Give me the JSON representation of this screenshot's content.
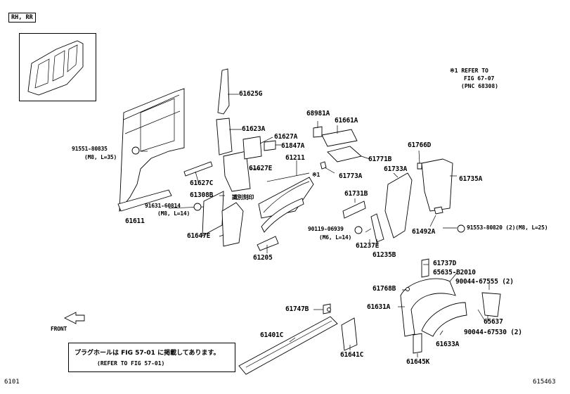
{
  "header_tag": "RH, RR",
  "note_ref": {
    "line1": "※1 REFER TO",
    "line2": "FIG 67-07",
    "line3": "(PNC 68308)"
  },
  "parts": {
    "p61625G": "61625G",
    "p61623A": "61623A",
    "p68981A": "68981A",
    "p61661A": "61661A",
    "p61627A": "61627A",
    "p61847A": "61847A",
    "p61766D": "61766D",
    "p61771B": "61771B",
    "p61211": "61211",
    "p61773A": "61773A",
    "p61733A": "61733A",
    "p61735A": "61735A",
    "p61627E": "61627E",
    "p61627C": "61627C",
    "p61308B": "61308B",
    "p61731B": "61731B",
    "p61611": "61611",
    "p61647E": "61647E",
    "p61492A": "61492A",
    "p61237E": "61237E",
    "p61235B": "61235B",
    "p61205": "61205",
    "p61737D": "61737D",
    "p65635": "65635-B2010",
    "p90044_67555": "90044-67555 (2)",
    "p61768B": "61768B",
    "p61631A": "61631A",
    "p61747B": "61747B",
    "p65637": "65637",
    "p90044_67530": "90044-67530 (2)",
    "p61633A": "61633A",
    "p61401C": "61401C",
    "p61641C": "61641C",
    "p61645K": "61645K"
  },
  "fasteners": {
    "f91551": "91551-80835",
    "f91551_spec": "(M8, L=35)",
    "f91631": "91631-60814",
    "f91631_spec": "(M8, L=14)",
    "f90119": "90119-06939",
    "f90119_spec": "(M6, L=14)",
    "f91553": "91553-80820 (2)(M8, L=25)"
  },
  "marks": {
    "ref1": "※1",
    "stamp": "識別刻印",
    "front": "FRONT"
  },
  "bottom_note": {
    "ja": "プラグホールは FIG 57-01 に掲載してあります。",
    "en": "(REFER TO FIG 57-01)"
  },
  "footer": {
    "left": "6101",
    "right": "615463"
  }
}
